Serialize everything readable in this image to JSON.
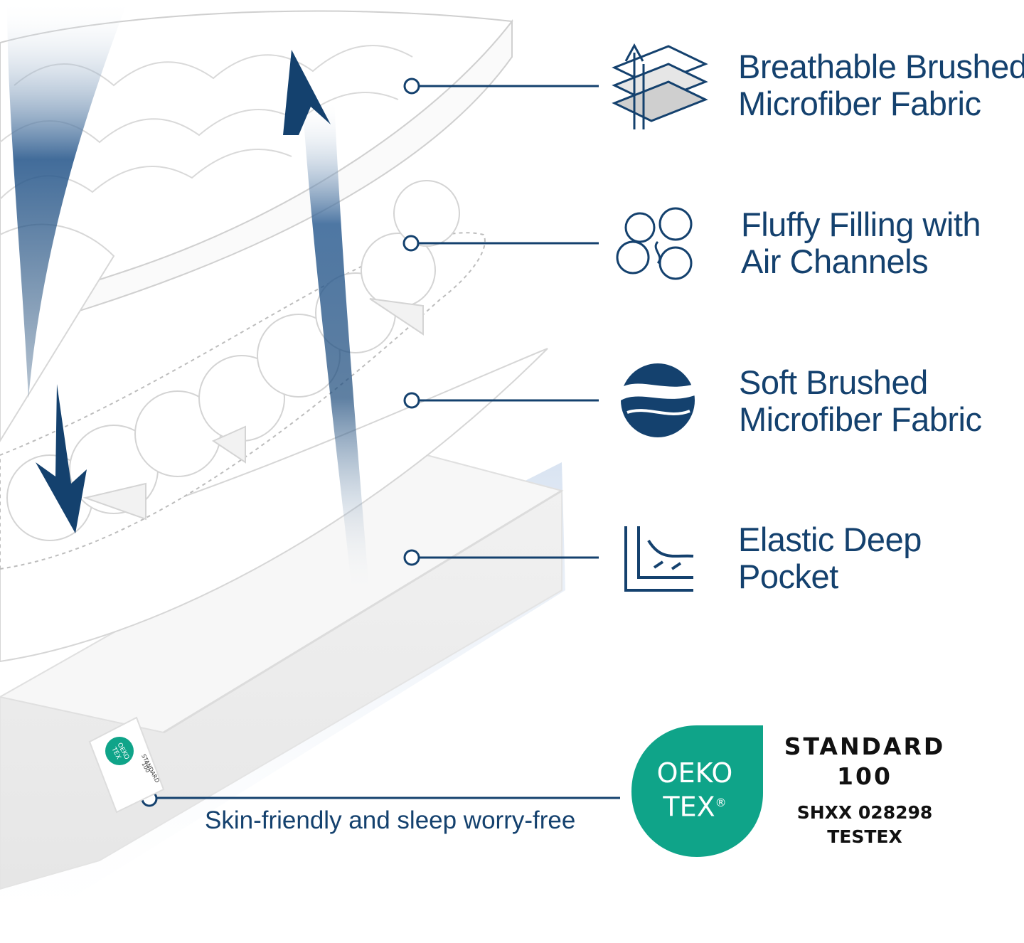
{
  "features": [
    {
      "icon": "layered-fabric-icon",
      "line1": "Breathable Brushed",
      "line2": "Microfiber Fabric"
    },
    {
      "icon": "cotton-icon",
      "line1": "Fluffy Filling with",
      "line2": "Air Channels"
    },
    {
      "icon": "soft-surface-icon",
      "line1": "Soft Brushed",
      "line2": "Microfiber Fabric"
    },
    {
      "icon": "deep-pocket-icon",
      "line1": "Elastic Deep",
      "line2": "Pocket"
    }
  ],
  "tagline": "Skin-friendly and sleep worry-free",
  "certification": {
    "logo_line1": "OEKO",
    "logo_line2": "TEX",
    "registered": "®",
    "standard": "STANDARD",
    "number": "100",
    "code": "SHXX 028298",
    "lab": "TESTEX",
    "tag_text": [
      "OEKO",
      "TEX",
      "STANDARD",
      "100"
    ]
  },
  "colors": {
    "navy": "#14416e",
    "oeko_green": "#0fa489",
    "fabric_line": "#cfcfcf",
    "shadow_blue": "#b9cde6"
  }
}
